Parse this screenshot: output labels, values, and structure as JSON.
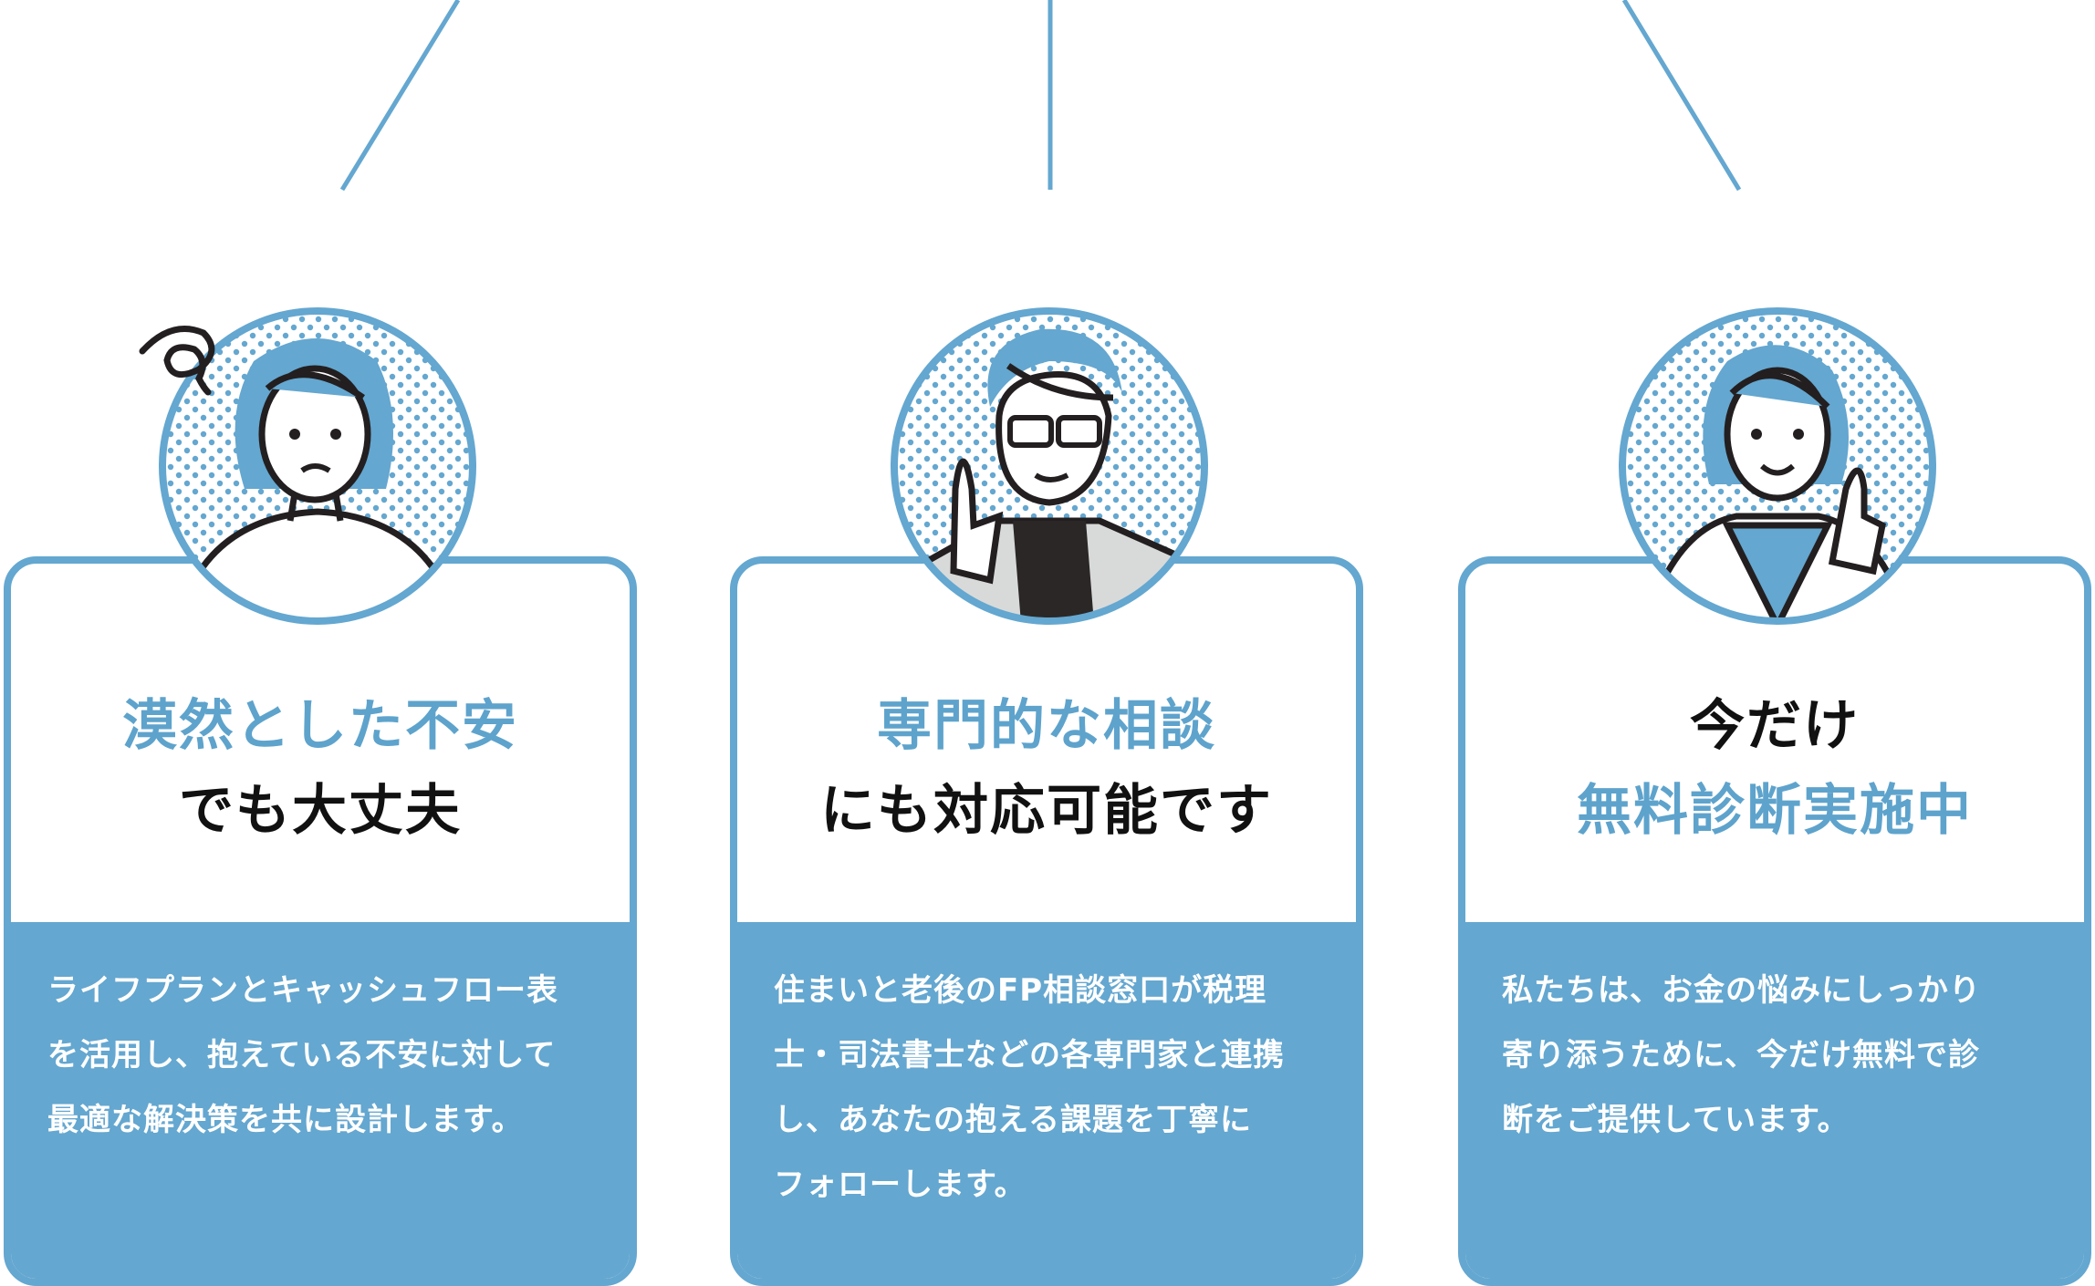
{
  "accent_color": "#64a7d0",
  "cards": [
    {
      "title_line1": "漠然とした不安",
      "title_line2": "でも大丈夫",
      "text_lines": [
        "ライフプランとキャッシュフロー表",
        "を活用し、抱えている不安に対して",
        "最適な解決策を共に設計します。"
      ],
      "illustration": "worried-woman"
    },
    {
      "title_line1": "専門的な相談",
      "title_line2": "にも対応可能です",
      "text_lines": [
        "住まいと老後のFP相談窓口が税理",
        "士・司法書士などの各専門家と連携",
        "し、あなたの抱える課題を丁寧に",
        "フォローします。"
      ],
      "illustration": "man-with-glasses-pointing"
    },
    {
      "title_line1": "今だけ",
      "title_line2": "無料診断実施中",
      "text_lines": [
        "私たちは、お金の悩みにしっかり",
        "寄り添うために、今だけ無料で診",
        "断をご提供しています。"
      ],
      "illustration": "smiling-woman-pointing"
    }
  ]
}
